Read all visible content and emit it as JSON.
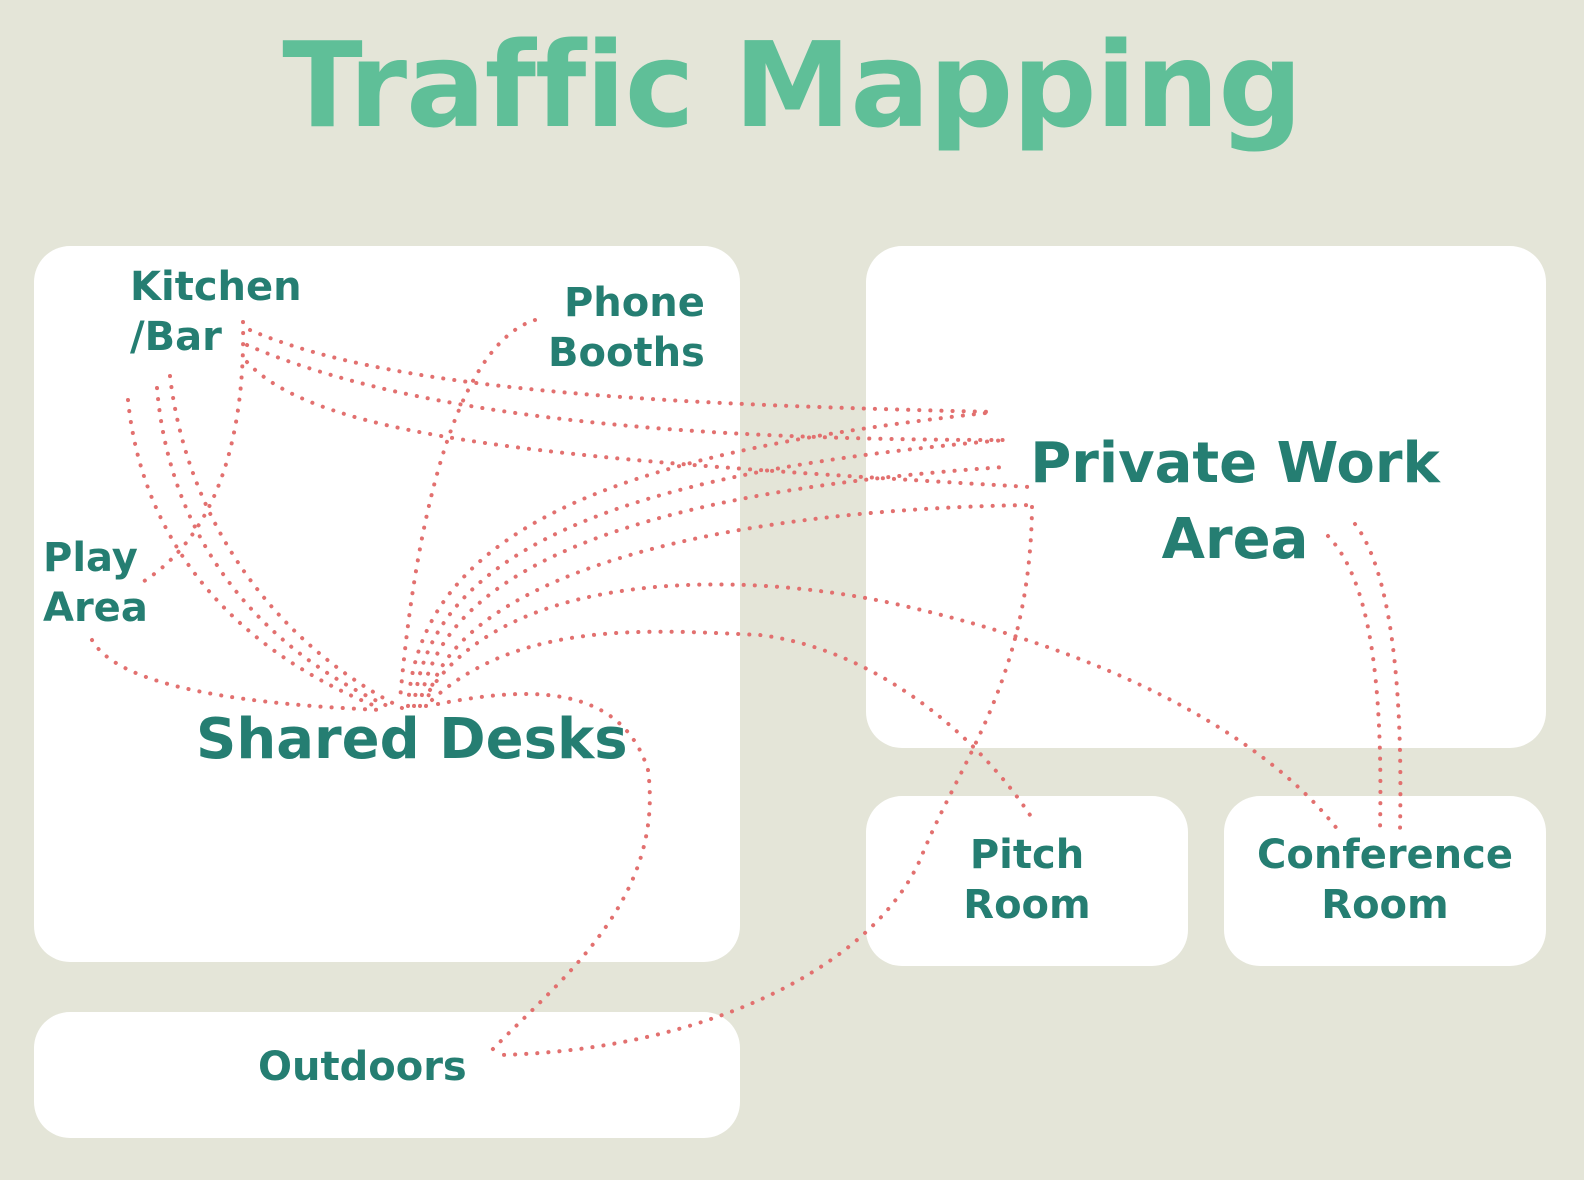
{
  "title": "Traffic Mapping",
  "colors": {
    "background": "#e4e5d8",
    "title": "#5fbf98",
    "label": "#257e72",
    "panel": "#ffffff",
    "path": "#e2706f"
  },
  "areas": {
    "kitchen_bar": "Kitchen\n/Bar",
    "phone_booths": "Phone\nBooths",
    "play_area": "Play\nArea",
    "shared_desks": "Shared Desks",
    "private_work_area": "Private Work\nArea",
    "pitch_room": "Pitch\nRoom",
    "conference_room": "Conference\nRoom",
    "outdoors": "Outdoors"
  }
}
